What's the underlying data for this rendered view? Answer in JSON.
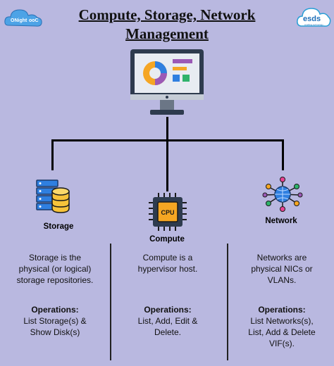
{
  "header": {
    "title_line1": "Compute, Storage, Network",
    "title_line2": "Management",
    "logo_left_text_1": "ONight",
    "logo_left_text_2": "ooC",
    "logo_right_text": "esds",
    "logo_right_subtext": "enabling technology"
  },
  "nodes": {
    "storage": {
      "label": "Storage",
      "description": [
        "Storage is the",
        "physical (or logical)",
        "storage repositories."
      ],
      "ops_title": "Operations:",
      "ops_body": [
        "List Storage(s) &",
        "Show Disk(s)"
      ]
    },
    "compute": {
      "label": "Compute",
      "chip_text": "CPU",
      "description": [
        "Compute is a",
        "hypervisor host."
      ],
      "ops_title": "Operations:",
      "ops_body": [
        "List, Add, Edit &",
        "Delete."
      ]
    },
    "network": {
      "label": "Network",
      "description": [
        "Networks are",
        "physical NICs or",
        "VLANs."
      ],
      "ops_title": "Operations:",
      "ops_body": [
        "List Networks(s),",
        "List, Add & Delete",
        "VIF(s)."
      ]
    }
  },
  "colors": {
    "background": "#b9b8e0",
    "monitor_body": "#2e3b4e",
    "monitor_screen": "#e8ecf2",
    "chip_orange": "#f5a623",
    "storage_yellow": "#f7c33a",
    "network_blue": "#2f7fe0"
  }
}
